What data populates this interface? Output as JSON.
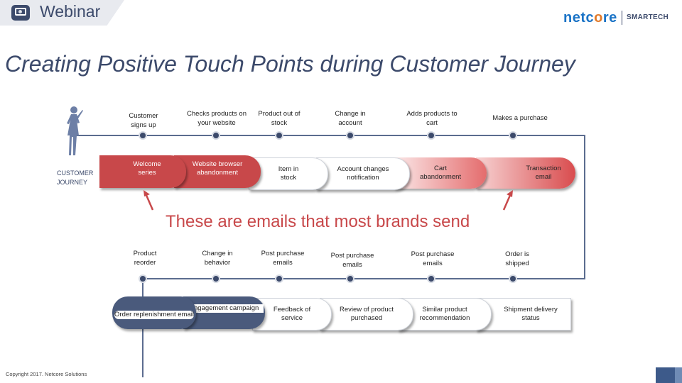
{
  "header": {
    "section_title": "Webinar",
    "brand_name_a": "netc",
    "brand_name_b": "o",
    "brand_name_c": "re",
    "brand_sub": "SMARTECH"
  },
  "headline": "Creating Positive Touch Points during Customer Journey",
  "journey_label_1": "CUSTOMER",
  "journey_label_2": "JOURNEY",
  "row1": {
    "events": [
      "Customer signs up",
      "Checks products on your website",
      "Product out of stock",
      "Change in account",
      "Adds products to cart",
      "Makes a purchase"
    ],
    "emails": [
      "Welcome series",
      "Website browser abandonment",
      "Item in stock",
      "Account changes notification",
      "Cart abandonment",
      "Transaction email"
    ]
  },
  "middle_text": "These are emails that most brands send",
  "row2": {
    "events": [
      "Product reorder",
      "Change in behavior",
      "Post purchase emails",
      "Post purchase emails",
      "Post purchase emails",
      "Order is shipped"
    ],
    "emails": [
      "Order replenishment email",
      "Engagement campaign",
      "Feedback of service",
      "Review of product purchased",
      "Similar product recommendation",
      "Shipment delivery status"
    ]
  },
  "footer": "Copyright 2017. Netcore Solutions",
  "colors": {
    "red": "#c8484a",
    "navy": "#3c4a6b",
    "blue": "#1a73c6",
    "orange": "#e27b2b"
  }
}
